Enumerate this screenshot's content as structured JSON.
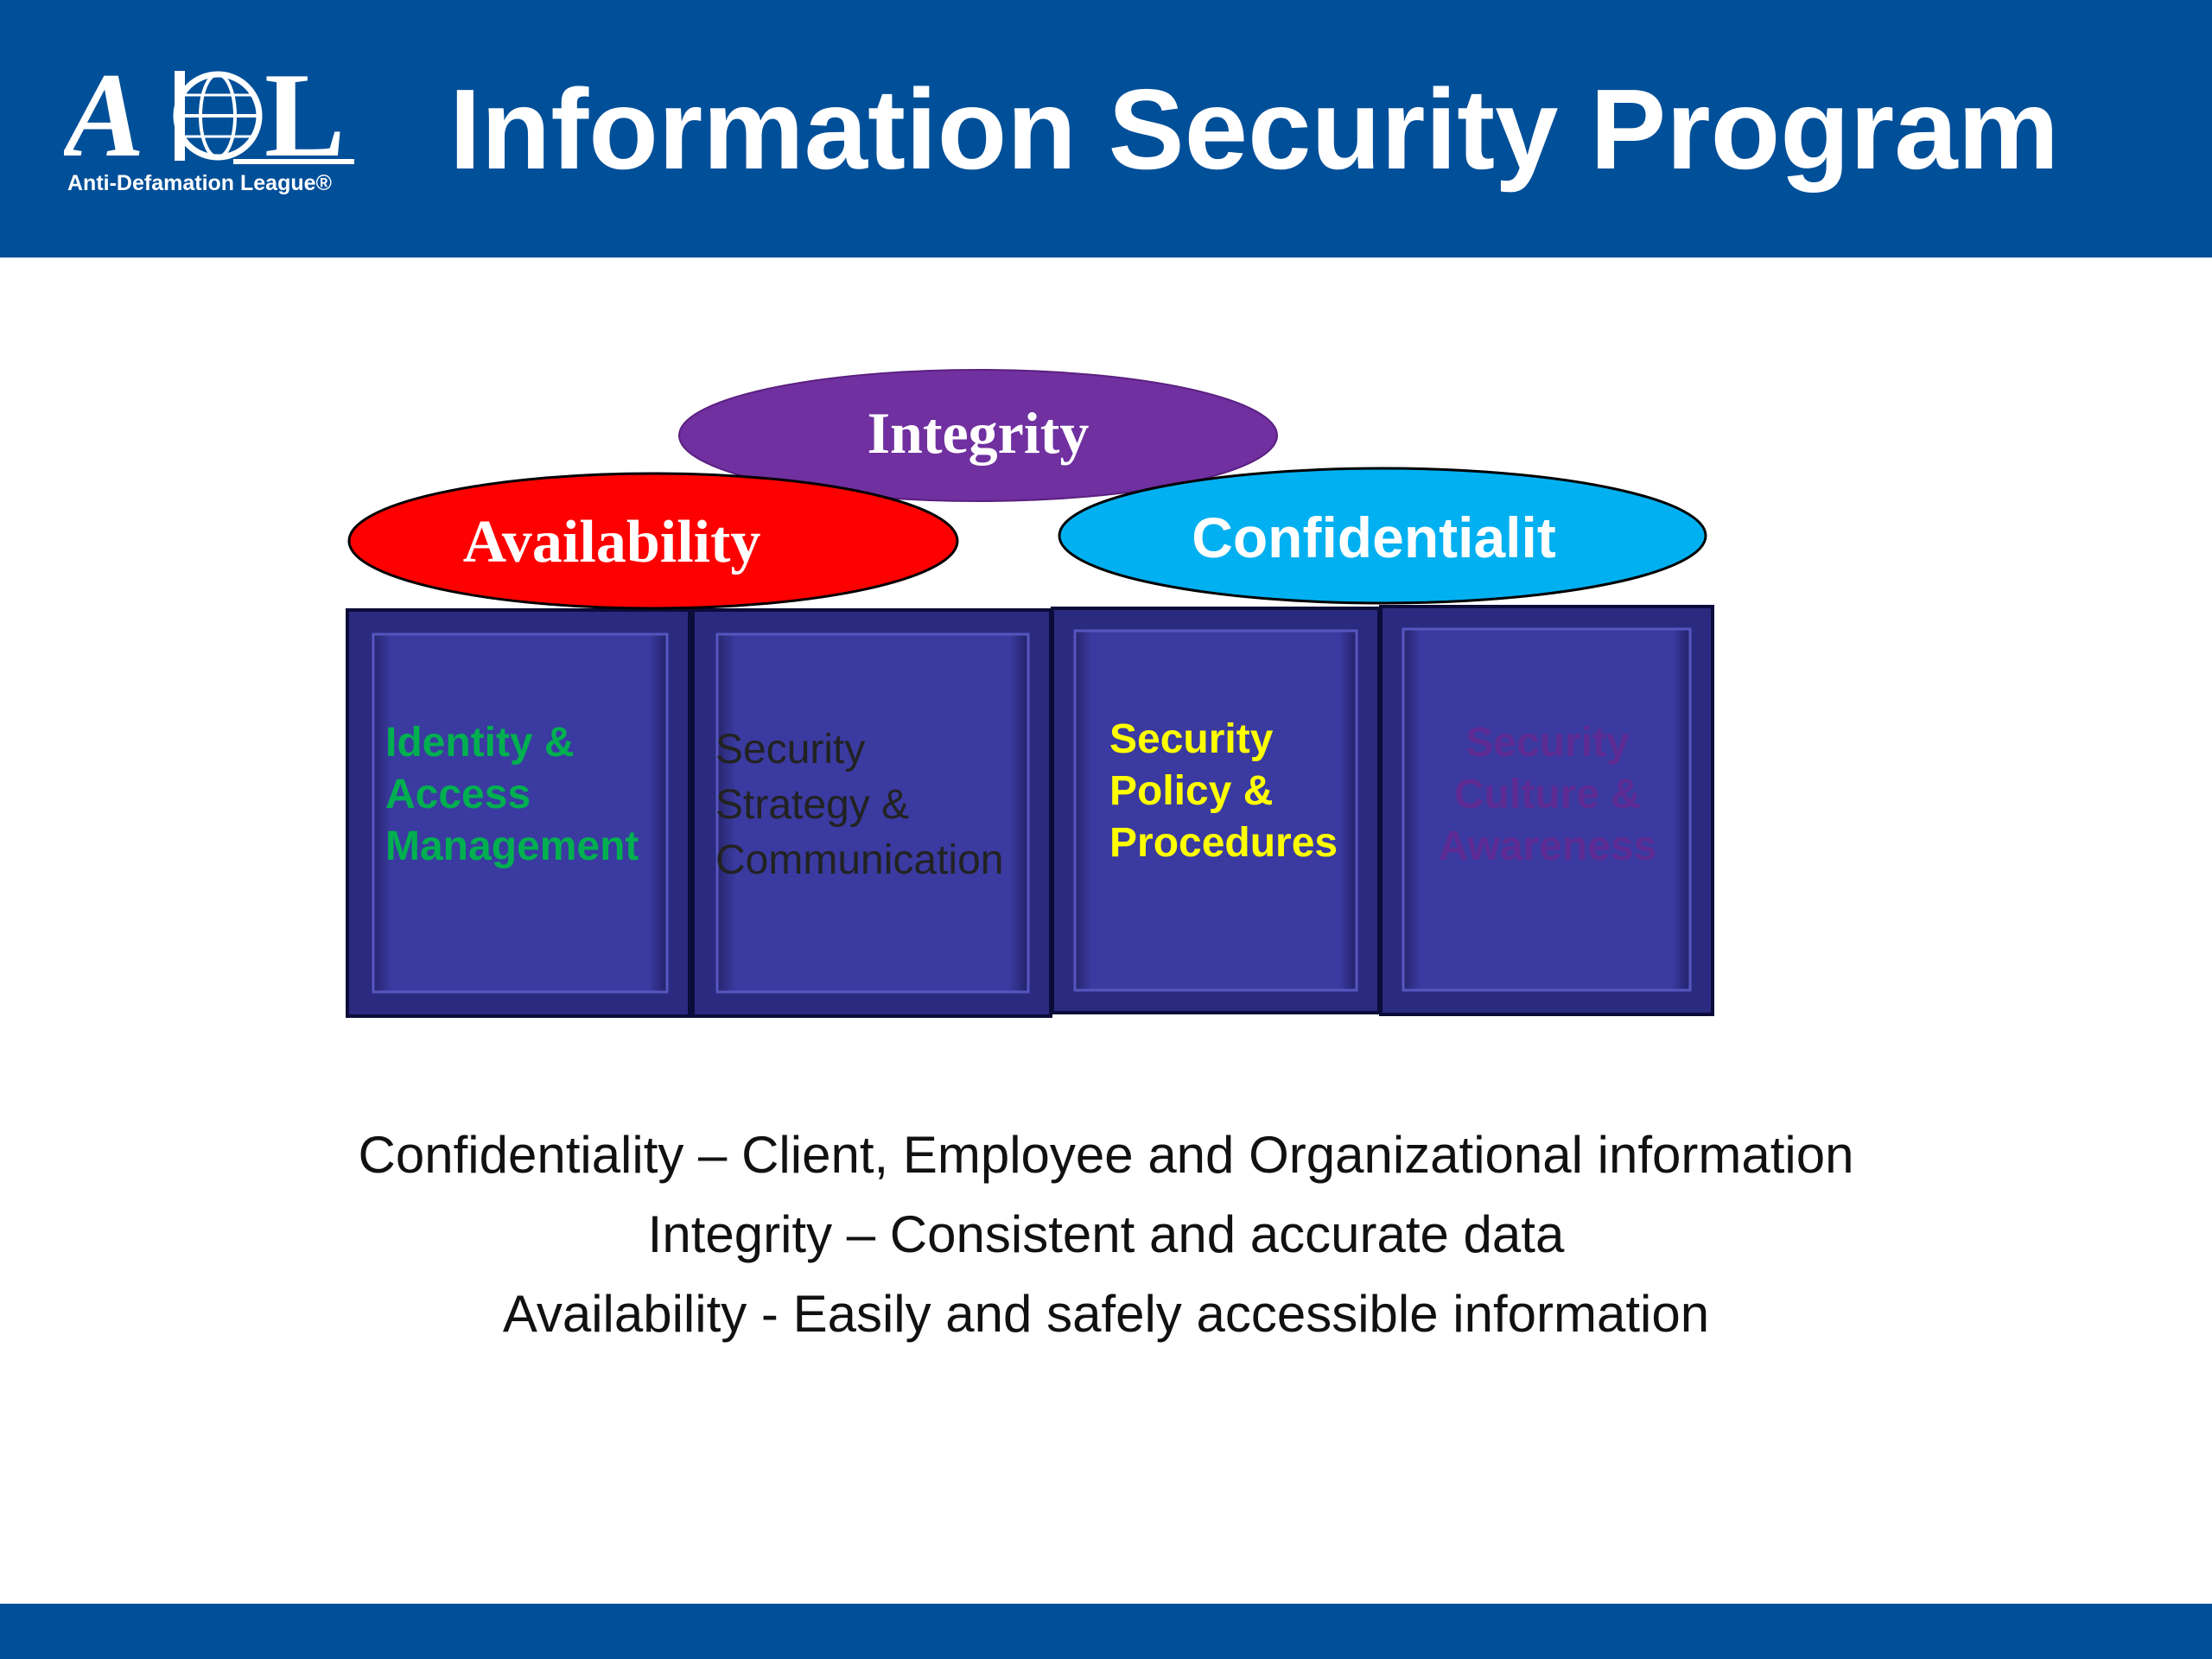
{
  "slide": {
    "title": "Information Security Program",
    "logo": {
      "mark_text": "ADL",
      "subtitle": "Anti-Defamation League®"
    }
  },
  "diagram": {
    "ellipses": [
      {
        "label": "Integrity",
        "color": "#7030a0"
      },
      {
        "label": "Availability",
        "color": "#ff0000"
      },
      {
        "label": "Confidentialit",
        "color": "#00b0f0"
      }
    ],
    "pillars": [
      {
        "label": "Identity &\nAccess\nManagement",
        "text_color": "#00b050"
      },
      {
        "label": "Security\nStrategy &\nCommunication",
        "text_color": "#222222"
      },
      {
        "label": "Security\nPolicy &\nProcedures",
        "text_color": "#ffff00"
      },
      {
        "label": "Security\nCulture &\nAwareness",
        "text_color": "#7030a0"
      }
    ],
    "pillar_fill": "#333399"
  },
  "definitions": [
    "Confidentiality – Client, Employee and Organizational information",
    "Integrity – Consistent and accurate data",
    "Availability -  Easily and safely accessible information"
  ],
  "colors": {
    "header_band": "#004f99",
    "footer_band": "#004f99"
  }
}
